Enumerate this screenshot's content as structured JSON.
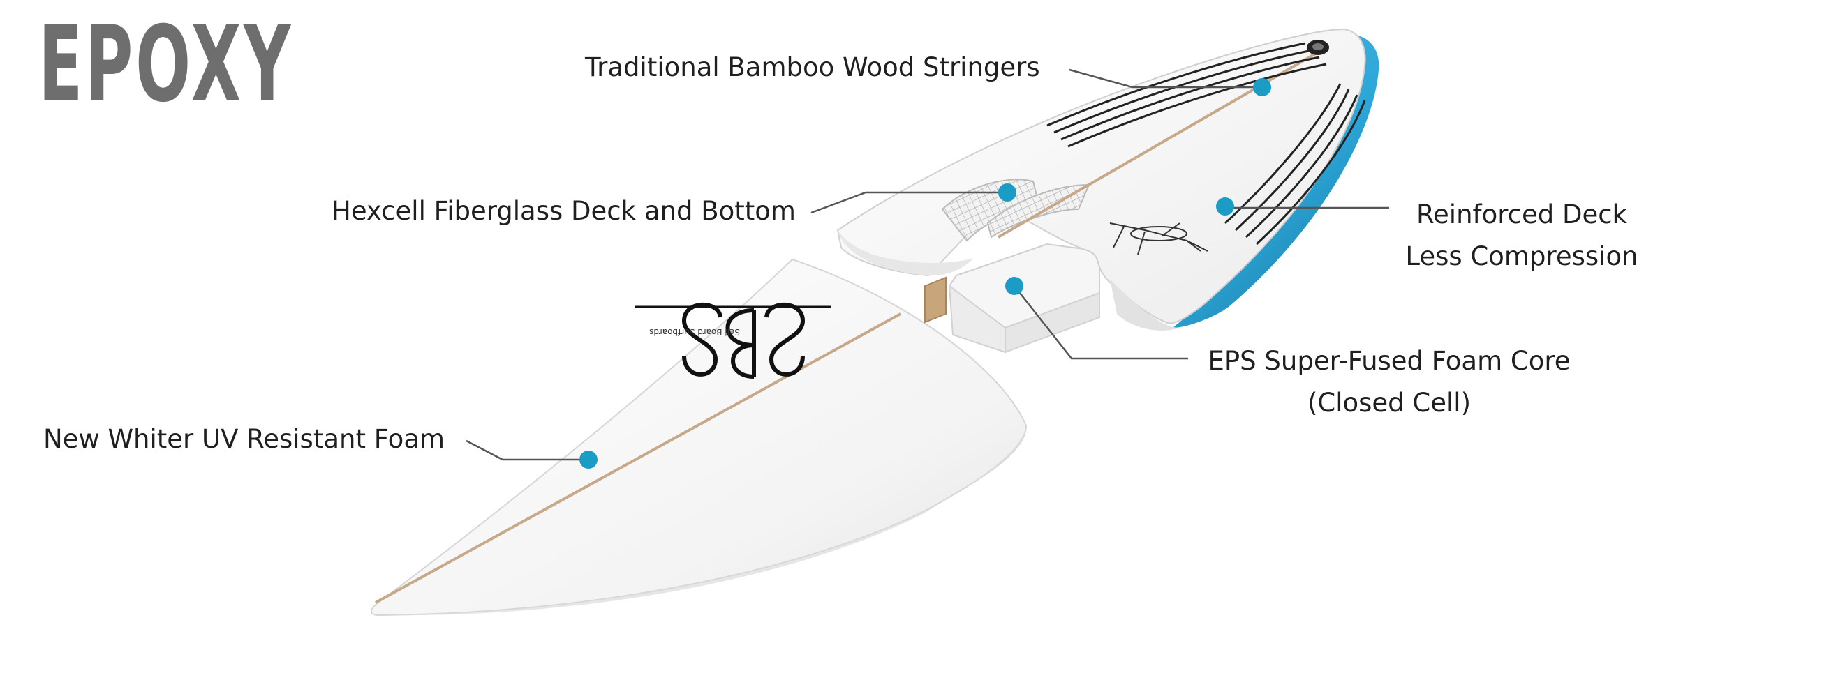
{
  "title": "EPOXY",
  "callouts": {
    "stringers": "Traditional Bamboo Wood Stringers",
    "fiberglass": "Hexcell Fiberglass Deck and Bottom",
    "reinforced_line1": "Reinforced Deck",
    "reinforced_line2": "Less Compression",
    "foam_core_line1": "EPS Super-Fused Foam Core",
    "foam_core_line2": "(Closed Cell)",
    "whiter_foam": "New Whiter UV Resistant Foam"
  },
  "logo": {
    "mark": "SBS",
    "tagline": "Sell Board Surfboards"
  },
  "colors": {
    "title": "#6e6e6e",
    "dot": "#1a9cc5",
    "rail_blue": "#2aa6d8",
    "stringer": "#c7a98a",
    "leader": "#555555"
  }
}
